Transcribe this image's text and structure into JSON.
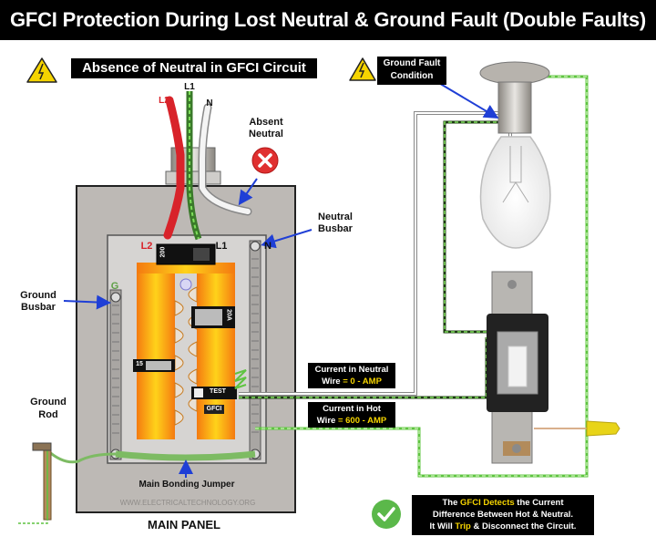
{
  "title": "GFCI Protection During Lost Neutral & Ground Fault (Double Faults)",
  "sections": {
    "absence_of_neutral": "Absence of Neutral in GFCI Circuit",
    "ground_fault_condition": [
      "Ground Fault",
      "Condition"
    ]
  },
  "wire_labels": {
    "l1_top": "L1",
    "l2_top": "L2",
    "n_top": "N",
    "l2_panel": "L2",
    "l1_panel": "L1",
    "n_panel": "N",
    "g_panel": "G"
  },
  "callouts": {
    "absent_neutral": [
      "Absent",
      "Neutral"
    ],
    "neutral_busbar": [
      "Neutral",
      "Busbar"
    ],
    "ground_busbar": [
      "Ground",
      "Busbar"
    ],
    "ground_rod": [
      "Ground",
      "Rod"
    ],
    "main_bonding_jumper": "Main Bonding Jumper",
    "watermark": "WWW.ELECTRICALTECHNOLOGY.ORG",
    "main_panel": "MAIN PANEL"
  },
  "breakers": {
    "main": "200",
    "breaker_20a": "20A",
    "breaker_small": "15",
    "gfci_test": "TEST",
    "gfci_label": "GFCI"
  },
  "current_neutral": {
    "line1": "Current in Neutral",
    "line2_prefix": "Wire ",
    "value": "= 0 - AMP"
  },
  "current_hot": {
    "line1": "Current in Hot",
    "line2_prefix": "Wire ",
    "value": "= 600 - AMP"
  },
  "conclusion": {
    "part1": "The ",
    "highlight1": "GFCI Detects",
    "part2": " the Current",
    "line2": "Difference Between Hot & Neutral.",
    "part3": "It Will ",
    "highlight2": "Trip",
    "part4": " & Disconnect the Circuit."
  },
  "colors": {
    "hot_red": "#d8232a",
    "ground_green": "#5fc441",
    "highlight_yellow": "#f5d400",
    "panel_gray": "#bdb9b5",
    "busbar_orange": "#f78a12",
    "arrow_blue": "#1f3fd6",
    "error_red": "#e03030",
    "ok_green": "#5bb84a"
  }
}
